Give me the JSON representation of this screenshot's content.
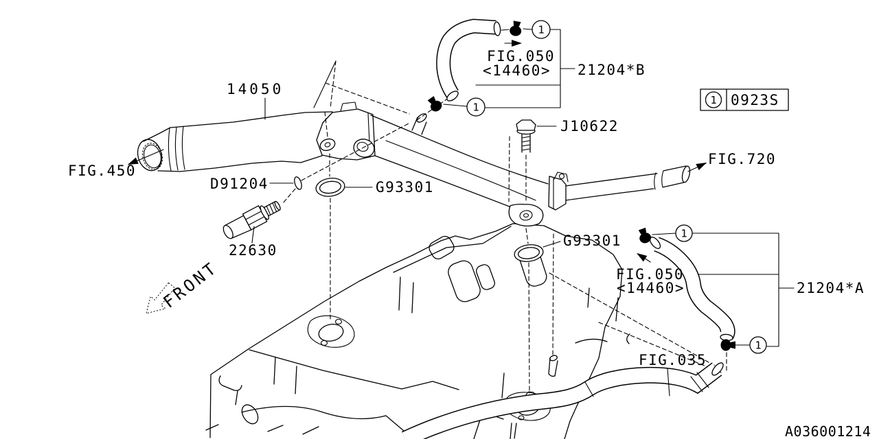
{
  "page": {
    "background": "#ffffff",
    "line_color": "#000000"
  },
  "labels": {
    "main_pipe": "14050",
    "fig_450": "FIG.450",
    "washer": "D91204",
    "o_ring": "G93301",
    "sensor": "22630",
    "bolt": "J10622",
    "fig_720": "FIG.720",
    "fig_050": "FIG.050",
    "fig_050_sub": "<14460>",
    "hose_b": "21204*B",
    "hose_a": "21204*A",
    "fig_035": "FIG.035",
    "front": "FRONT",
    "callout": "1",
    "legend_code": "0923S",
    "drawing_number": "A036001214"
  }
}
